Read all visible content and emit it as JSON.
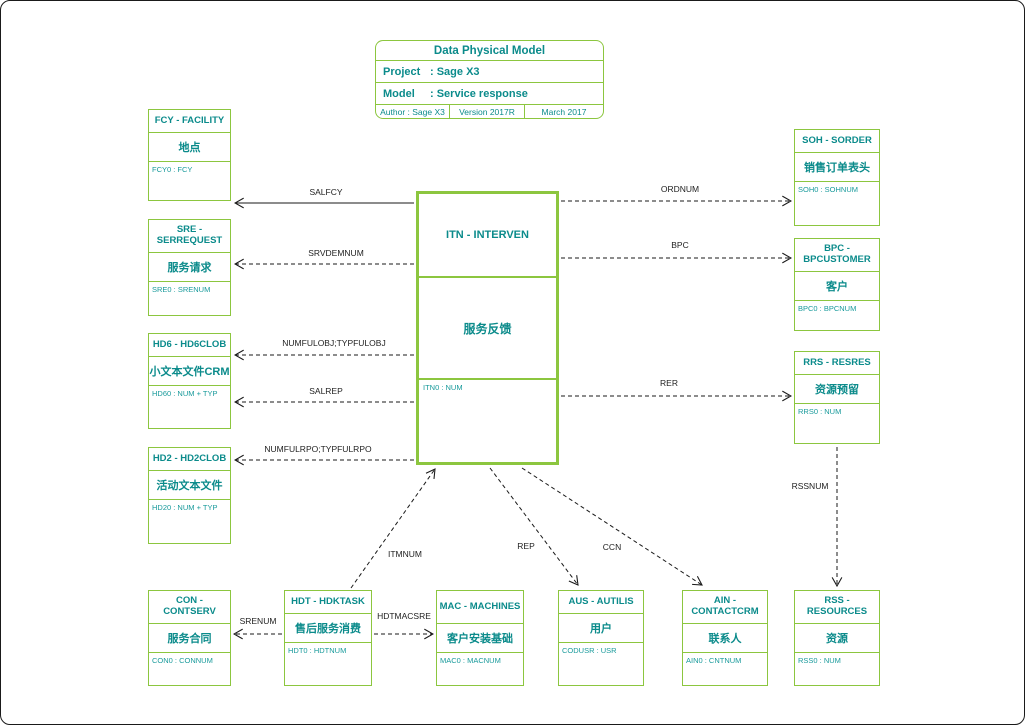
{
  "title_block": {
    "title": "Data Physical Model",
    "project_label": "Project",
    "project_value": ": Sage X3",
    "model_label": "Model",
    "model_value": ": Service response",
    "author": "Author : Sage X3",
    "version": "Version 2017R",
    "date": "March 2017"
  },
  "center": {
    "title": "ITN - INTERVEN",
    "cn": "服务反馈",
    "field": "ITN0 : NUM"
  },
  "entities": [
    {
      "id": "FCY",
      "title": "FCY - FACILITY",
      "cn": "地点",
      "field": "FCY0 : FCY"
    },
    {
      "id": "SRE",
      "title": "SRE - SERREQUEST",
      "cn": "服务请求",
      "field": "SRE0 : SRENUM"
    },
    {
      "id": "HD6",
      "title": "HD6 - HD6CLOB",
      "cn": "小文本文件CRM",
      "field": "HD60 : NUM + TYP"
    },
    {
      "id": "HD2",
      "title": "HD2 - HD2CLOB",
      "cn": "活动文本文件",
      "field": "HD20 : NUM + TYP"
    },
    {
      "id": "CON",
      "title": "CON - CONTSERV",
      "cn": "服务合同",
      "field": "CON0 : CONNUM"
    },
    {
      "id": "HDT",
      "title": "HDT - HDKTASK",
      "cn": "售后服务消费",
      "field": "HDT0 : HDTNUM"
    },
    {
      "id": "MAC",
      "title": "MAC - MACHINES",
      "cn": "客户安装基础",
      "field": "MAC0 : MACNUM"
    },
    {
      "id": "AUS",
      "title": "AUS - AUTILIS",
      "cn": "用户",
      "field": "CODUSR : USR"
    },
    {
      "id": "AIN",
      "title": "AIN - CONTACTCRM",
      "cn": "联系人",
      "field": "AIN0 : CNTNUM"
    },
    {
      "id": "RSS",
      "title": "RSS - RESOURCES",
      "cn": "资源",
      "field": "RSS0 : NUM"
    },
    {
      "id": "SOH",
      "title": "SOH - SORDER",
      "cn": "销售订单表头",
      "field": "SOH0 : SOHNUM"
    },
    {
      "id": "BPC",
      "title": "BPC - BPCUSTOMER",
      "cn": "客户",
      "field": "BPC0 : BPCNUM"
    },
    {
      "id": "RRS",
      "title": "RRS - RESRES",
      "cn": "资源预留",
      "field": "RRS0 : NUM"
    }
  ],
  "edges": {
    "salfcy": "SALFCY",
    "srvdemnum": "SRVDEMNUM",
    "numfulobj": "NUMFULOBJ;TYPFULOBJ",
    "salrep": "SALREP",
    "numfulrpo": "NUMFULRPO;TYPFULRPO",
    "ordnum": "ORDNUM",
    "bpc": "BPC",
    "rer": "RER",
    "rssnum": "RSSNUM",
    "itmnum": "ITMNUM",
    "rep": "REP",
    "ccn": "CCN",
    "srenum": "SRENUM",
    "hdtmacsre": "HDTMACSRE"
  },
  "colors": {
    "border_green": "#8CC63F",
    "teal": "#0B8B8B",
    "field_teal": "#189A9B",
    "edge": "#1a1a1a"
  }
}
